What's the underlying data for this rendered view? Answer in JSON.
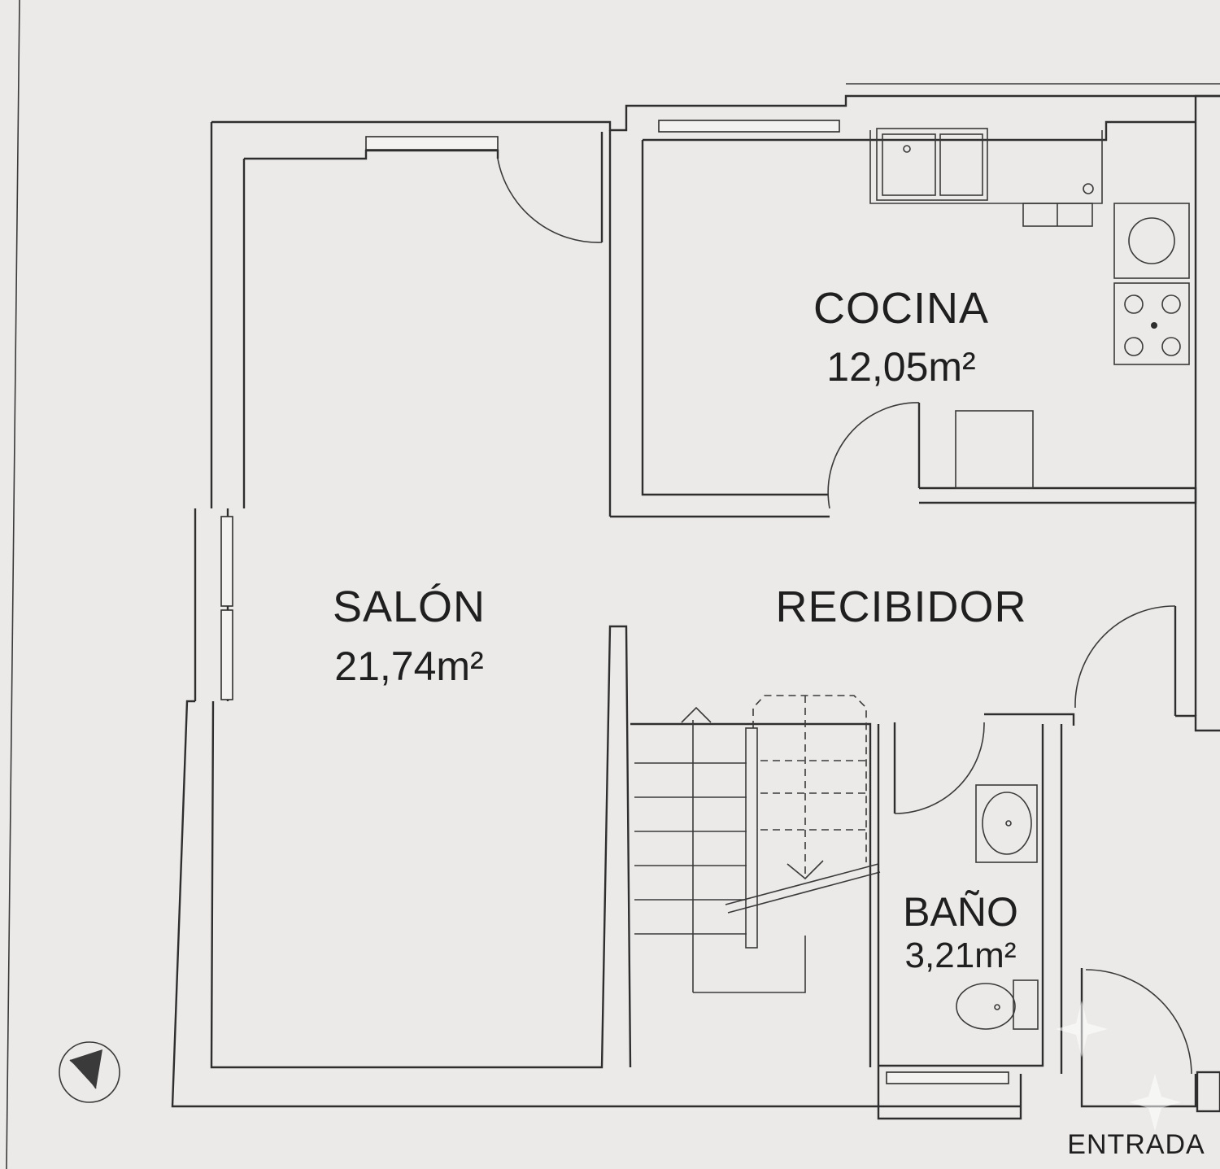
{
  "rooms": {
    "salon": {
      "name": "SALÓN",
      "area": "21,74m²"
    },
    "cocina": {
      "name": "COCINA",
      "area": "12,05m²"
    },
    "recibidor": {
      "name": "RECIBIDOR"
    },
    "bano": {
      "name": "BAÑO",
      "area": "3,21m²"
    }
  },
  "entrance_label": "ENTRADA",
  "icons": [
    "compass-icon",
    "sink-icon",
    "washing-machine-icon",
    "stove-icon",
    "washbasin-icon",
    "toilet-icon",
    "stairs-arrow-icon",
    "sparkle-icon"
  ],
  "colors": {
    "paper": "#eceae8",
    "lines": "#2e2e2e"
  }
}
